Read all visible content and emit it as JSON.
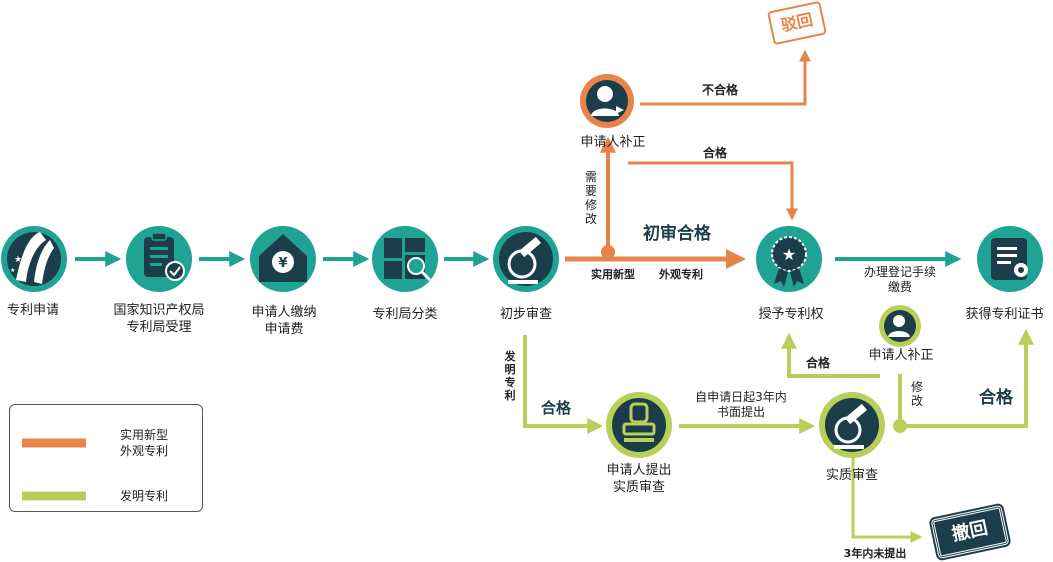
{
  "nodes": {
    "patent_application": "专利申请",
    "sipo_accept_line1": "国家知识产权局",
    "sipo_accept_line2": "专利局受理",
    "pay_fee_line1": "申请人缴纳",
    "pay_fee_line2": "申请费",
    "classification": "专利局分类",
    "preliminary_exam": "初步审查",
    "applicant_correction_top": "申请人补正",
    "grant_patent": "授予专利权",
    "get_certificate": "获得专利证书",
    "applicant_correction_right": "申请人补正",
    "applicant_request_line1": "申请人提出",
    "applicant_request_line2": "实质审查",
    "substantive_exam": "实质审查"
  },
  "edges": {
    "not_qualified": "不合格",
    "qualified_top": "合格",
    "needs_modification": "需要修改",
    "preliminary_qualified": "初审合格",
    "utility_model": "实用新型",
    "design_patent": "外观专利",
    "register_line1": "办理登记手续",
    "register_line2": "缴费",
    "invention_patent": "发明专利",
    "qualified_invention": "合格",
    "within_3_years_line1": "自申请日起3年内",
    "within_3_years_line2": "书面提出",
    "qualified_grant": "合格",
    "modify": "修改",
    "qualified_final": "合格",
    "not_submitted_3_years": "3年内未提出"
  },
  "stamps": {
    "rejected": "驳回",
    "withdrawn": "撤回"
  },
  "legend": {
    "orange_line1": "实用新型",
    "orange_line2": "外观专利",
    "green": "发明专利"
  },
  "colors": {
    "teal": "#1fa394",
    "dark": "#1c3e4a",
    "orange": "#e8844a",
    "green": "#b8d05a"
  }
}
